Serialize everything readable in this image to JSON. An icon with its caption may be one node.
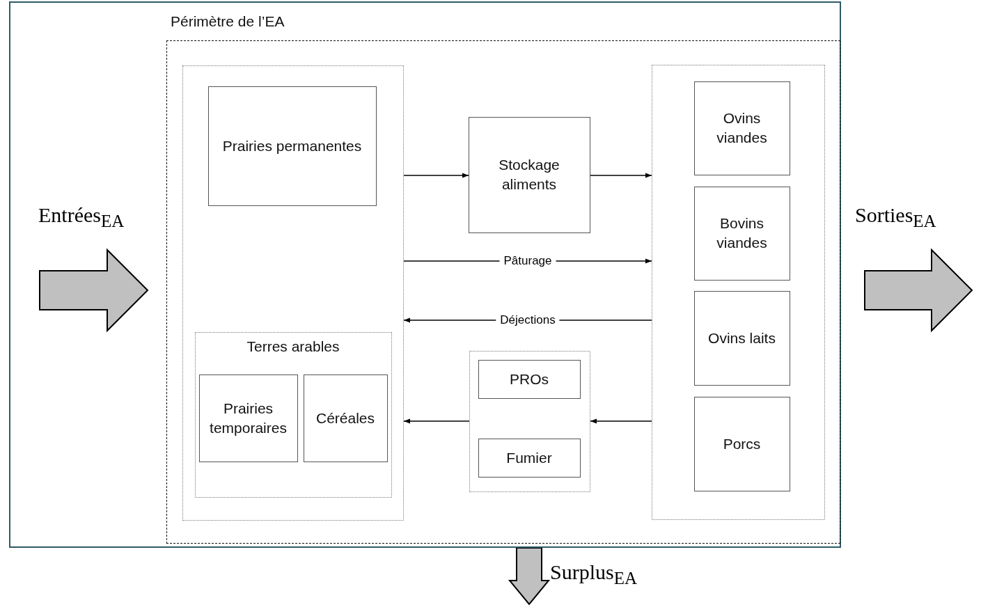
{
  "diagram": {
    "nodes": [
      {
        "text": [],
        "shape": "box"
      },
      {
        "text": [
          "Périmètre de l’EA"
        ],
        "in": 0
      },
      {
        "text": [],
        "shape": "box",
        "in": 1
      },
      {
        "text": [
          "Prairies permanentes"
        ],
        "in": 2
      },
      {
        "text": [
          "Terres arables"
        ],
        "in": 2
      },
      {
        "text": [
          "Prairies temporaires"
        ],
        "in": 4
      },
      {
        "text": [
          "Céréales"
        ],
        "in": 4
      },
      {
        "text": [
          "Stockage aliments"
        ],
        "in": 1
      },
      {
        "text": [],
        "shape": "box",
        "in": 1
      },
      {
        "text": [
          "PROs"
        ],
        "in": 8
      },
      {
        "text": [
          "Fumier"
        ],
        "in": 8
      },
      {
        "text": [],
        "shape": "box",
        "in": 1
      },
      {
        "text": [
          "Ovins viandes"
        ],
        "in": 11
      },
      {
        "text": [
          "Bovins viandes"
        ],
        "in": 11
      },
      {
        "text": [
          "Ovins laits"
        ],
        "in": 11
      },
      {
        "text": [
          "Porcs"
        ],
        "in": 11
      }
    ],
    "edges": [
      {
        "from": 2,
        "to": 7,
        "arrow": "to"
      },
      {
        "from": 7,
        "to": 11,
        "arrow": "to"
      },
      {
        "from": 2,
        "to": 11,
        "label": "Pâturage",
        "arrow": "to"
      },
      {
        "from": 11,
        "to": 2,
        "label": "Déjections",
        "arrow": "to"
      },
      {
        "from": 11,
        "to": 8,
        "arrow": "to"
      },
      {
        "from": 8,
        "to": 2,
        "arrow": "to"
      },
      {
        "from": null,
        "to": 1,
        "label": "Entrées$_{EA}$",
        "arrow": "to",
        "style": "thick"
      },
      {
        "from": 1,
        "to": null,
        "label": "Sorties$_{EA}$",
        "arrow": "to",
        "style": "thick"
      },
      {
        "from": 1,
        "to": null,
        "label": "Surplus$_{EA}$",
        "arrow": "to",
        "style": "thick"
      }
    ]
  }
}
